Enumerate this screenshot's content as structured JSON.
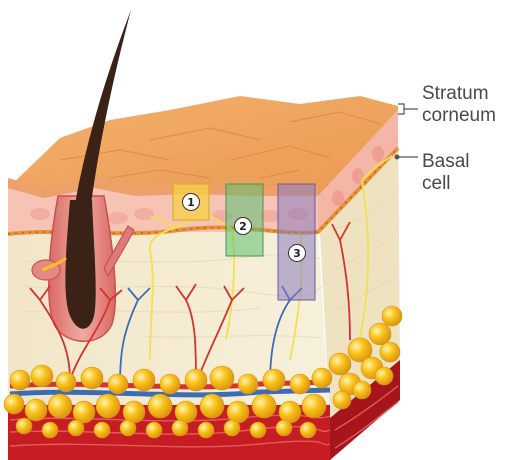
{
  "labels": {
    "stratum_corneum_line1": "Stratum",
    "stratum_corneum_line2": "corneum",
    "basal_cell_line1": "Basal",
    "basal_cell_line2": "cell"
  },
  "markers": [
    "1",
    "2",
    "3"
  ],
  "colors": {
    "epidermis_surface": "#f0a660",
    "epidermis_layer": "#f6c3b5",
    "basal_line": "#e8923a",
    "dermis": "#f5edd4",
    "fat": "#f9c21b",
    "muscle": "#c51d22",
    "artery": "#d3342d",
    "vein": "#3c6cb4",
    "nerve": "#f2e24a",
    "hair": "#3a2316",
    "marker1": "#f7d046",
    "marker2": "#5dbf71",
    "marker3": "#8a7bbd"
  }
}
